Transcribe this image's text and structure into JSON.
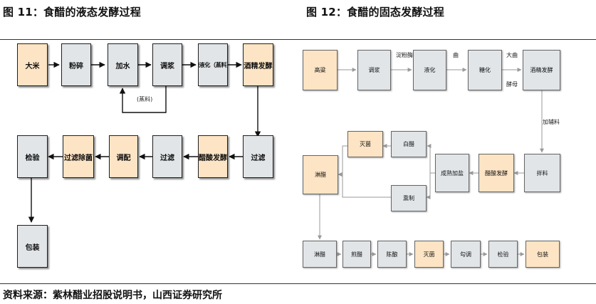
{
  "left": {
    "title": "图 11：食醋的液态发酵过程",
    "nodes": {
      "dami": "大米",
      "fensui": "粉碎",
      "jiashui": "加水",
      "tiaojiang": "调浆",
      "tanghua": "糖液化（蒸料）",
      "jiujing": "酒精发酵",
      "guolv1": "过滤",
      "cusuan": "醋酸发酵",
      "guolv2": "过滤",
      "tiaopei": "调配",
      "guolvchujun": "过滤除菌",
      "jianyan": "检验",
      "baozhuang": "包装"
    },
    "loop_note": "(蒸料)"
  },
  "right": {
    "title": "图 12：食醋的固态发酵过程",
    "nodes": {
      "gaoliang": "高粱",
      "tiaojiang": "调浆",
      "yehua": "液化",
      "tanghua": "糖化",
      "jiujing": "酒精发酵",
      "banliao": "拌料",
      "cusuan": "醋酸发酵",
      "chengshu": "成熟加盐",
      "baiyou": "白醋",
      "miejun1": "灭菌",
      "xunzhi": "熏制",
      "linyou": "淋醋",
      "jiancu": "煎醋",
      "chendiao": "陈酿",
      "miejun2": "灭菌",
      "goutiao": "勾调",
      "jianyan": "检验",
      "baozhuang": "包装"
    },
    "labels": {
      "dianfenmei": "淀粉酶",
      "qu": "曲",
      "dajiu": "大曲",
      "jiaomu": "酵母",
      "jiafuliao": "加辅料"
    }
  },
  "source": "资料来源：紫林醋业招股说明书，山西证券研究所",
  "colors": {
    "orange_fill": "#fce4c4",
    "gray_fill": "#e1e5e8"
  }
}
